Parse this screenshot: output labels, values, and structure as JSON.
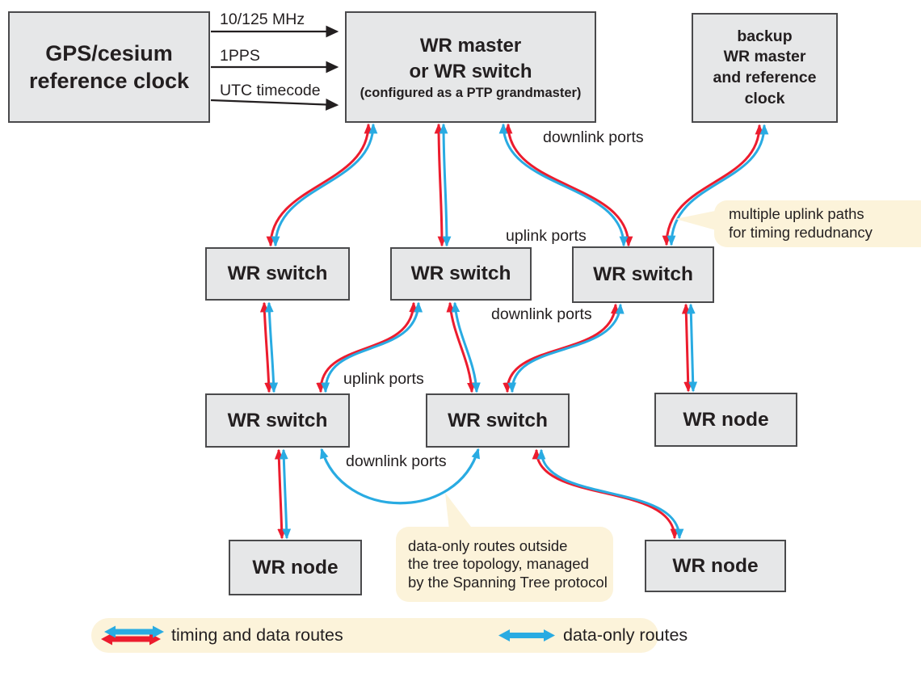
{
  "colors": {
    "timing_red": "#ec1c2e",
    "data_blue": "#29abe2",
    "box_fill": "#e6e7e8",
    "box_border": "#4a4a4c",
    "callout_bg": "#fcf3da",
    "text": "#231f20"
  },
  "nodes": {
    "gps": {
      "lines": [
        "GPS/cesium",
        "reference clock"
      ]
    },
    "master": {
      "title_lines": [
        "WR master",
        "or WR switch"
      ],
      "subtitle": "(configured as a PTP grandmaster)"
    },
    "backup": {
      "lines": [
        "backup",
        "WR master",
        "and reference clock"
      ]
    },
    "switch1": {
      "label": "WR switch"
    },
    "switch2": {
      "label": "WR switch"
    },
    "switch3": {
      "label": "WR switch"
    },
    "switch4": {
      "label": "WR switch"
    },
    "switch5": {
      "label": "WR switch"
    },
    "node_right": {
      "label": "WR node"
    },
    "node_bottom_left": {
      "label": "WR node"
    },
    "node_bottom_right": {
      "label": "WR node"
    }
  },
  "feed_labels": [
    "10/125 MHz",
    "1PPS",
    "UTC timecode"
  ],
  "port_labels": {
    "downlink_top": "downlink ports",
    "uplink_mid": "uplink ports",
    "downlink_mid": "downlink ports",
    "uplink_low": "uplink ports",
    "downlink_low": "downlink ports"
  },
  "callouts": {
    "redundancy": {
      "lines": [
        "multiple uplink paths",
        "for timing redudnancy"
      ]
    },
    "stp": {
      "lines": [
        "data-only routes outside",
        "the tree topology, managed",
        "by the Spanning Tree protocol"
      ]
    }
  },
  "legend": {
    "timing_and_data": "timing and data routes",
    "data_only": "data-only routes"
  },
  "connections": [
    {
      "from": "gps",
      "to": "master",
      "label": "10/125 MHz",
      "type": "clock-signal"
    },
    {
      "from": "gps",
      "to": "master",
      "label": "1PPS",
      "type": "clock-signal"
    },
    {
      "from": "gps",
      "to": "master",
      "label": "UTC timecode",
      "type": "clock-signal"
    },
    {
      "from": "master",
      "to": "switch1",
      "type": "timing-and-data"
    },
    {
      "from": "master",
      "to": "switch2",
      "type": "timing-and-data"
    },
    {
      "from": "master",
      "to": "switch3",
      "type": "timing-and-data"
    },
    {
      "from": "backup",
      "to": "switch3",
      "type": "timing-and-data"
    },
    {
      "from": "switch1",
      "to": "switch4",
      "type": "timing-and-data"
    },
    {
      "from": "switch2",
      "to": "switch4",
      "type": "timing-and-data"
    },
    {
      "from": "switch2",
      "to": "switch5",
      "type": "timing-and-data"
    },
    {
      "from": "switch3",
      "to": "switch5",
      "type": "timing-and-data"
    },
    {
      "from": "switch3",
      "to": "node_right",
      "type": "timing-and-data"
    },
    {
      "from": "switch4",
      "to": "node_bottom_left",
      "type": "timing-and-data"
    },
    {
      "from": "switch5",
      "to": "node_bottom_right",
      "type": "timing-and-data"
    },
    {
      "from": "switch4",
      "to": "switch5",
      "type": "data-only"
    }
  ]
}
